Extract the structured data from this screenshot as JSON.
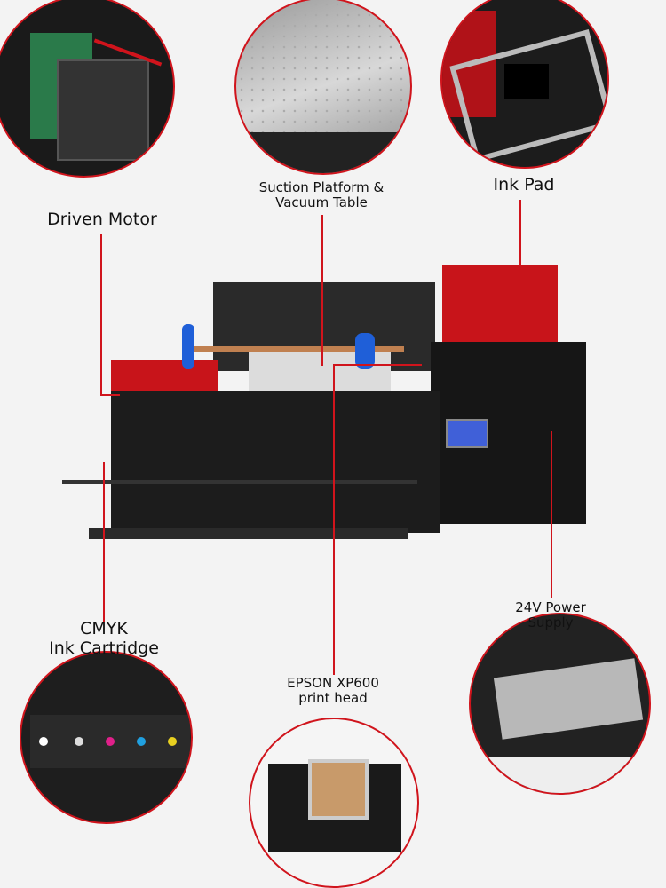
{
  "callouts": {
    "driven_motor": "Driven Motor",
    "suction_line1": "Suction Platform &",
    "suction_line2": "Vacuum Table",
    "ink_pad": "Ink Pad",
    "cmyk_line1": "CMYK",
    "cmyk_line2": "Ink Cartridge",
    "epson_line1": "EPSON XP600",
    "epson_line2": "print head",
    "power_line1": "24V Power",
    "power_line2": "Supply"
  },
  "colors": {
    "accent": "#d0141c",
    "printer_red": "#c8141a",
    "printer_black": "#161616",
    "background": "#f3f3f3"
  }
}
